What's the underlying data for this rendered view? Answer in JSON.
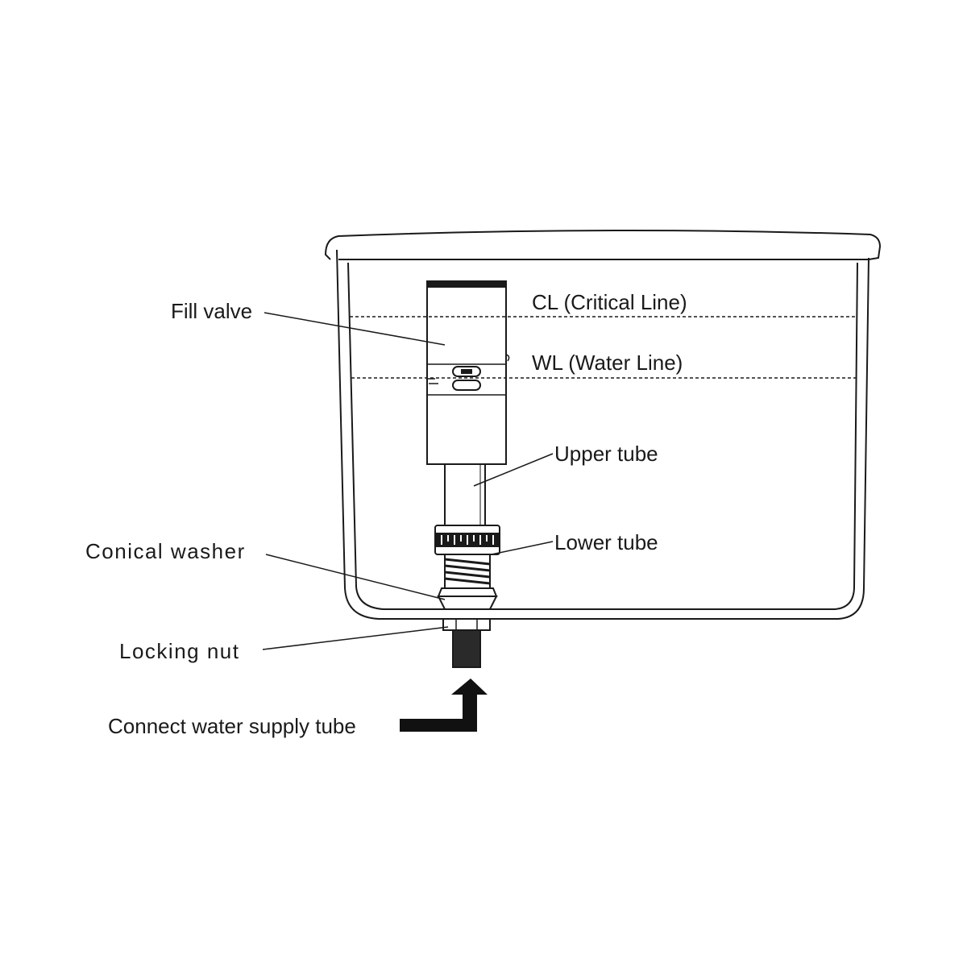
{
  "labels": {
    "fill_valve": "Fill valve",
    "critical_line": "CL (Critical Line)",
    "water_line": "WL (Water Line)",
    "upper_tube": "Upper tube",
    "lower_tube": "Lower tube",
    "conical_washer": "Conical washer",
    "locking_nut": "Locking nut",
    "supply": "Connect water supply tube"
  },
  "colors": {
    "ink": "#1a1a1a",
    "arrow": "#111111",
    "background": "#ffffff"
  }
}
